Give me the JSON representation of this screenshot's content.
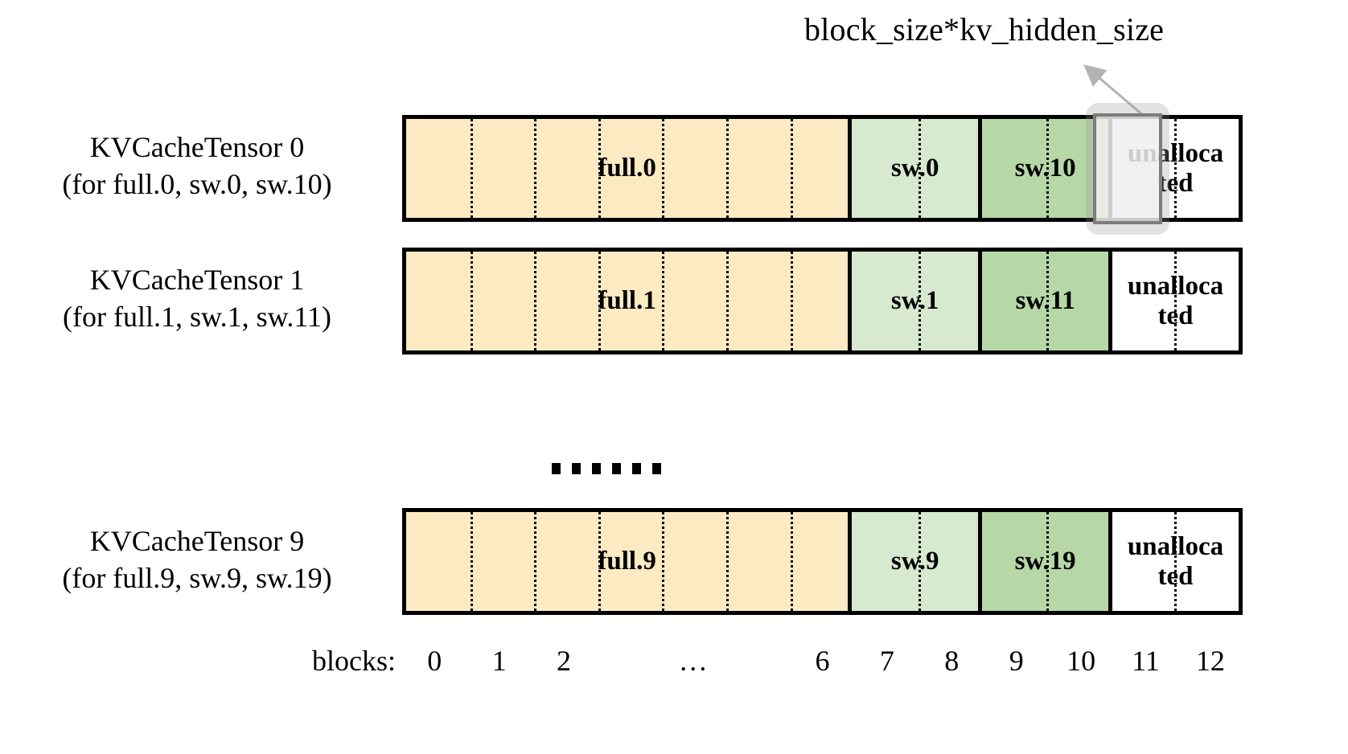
{
  "annotation": {
    "text": "block_size*kv_hidden_size",
    "arrow_icon": "arrow-up-right-icon",
    "arrow_color": "#b0b0b0"
  },
  "highlight": {
    "name": "block-highlight-box",
    "target_block": "11",
    "border_color": "#7d7d7d",
    "fill_color": "#f0f0f0"
  },
  "colors": {
    "full": "#fceac3",
    "sw_low": "#d7e9ce",
    "sw_high": "#b6d8a6",
    "unallocated": "#ffffff",
    "outline": "#000000"
  },
  "rows": [
    {
      "label_line1": "KVCacheTensor 0",
      "label_line2": "(for full.0, sw.0, sw.10)",
      "segments": [
        {
          "label": "full.0",
          "kind": "full",
          "blocks": 7
        },
        {
          "label": "sw.0",
          "kind": "sw_low",
          "blocks": 2
        },
        {
          "label": "sw.10",
          "kind": "sw_high",
          "blocks": 2
        },
        {
          "label": "unalloca ted",
          "kind": "unallocated",
          "blocks": 2
        }
      ]
    },
    {
      "label_line1": "KVCacheTensor 1",
      "label_line2": "(for full.1, sw.1, sw.11)",
      "segments": [
        {
          "label": "full.1",
          "kind": "full",
          "blocks": 7
        },
        {
          "label": "sw.1",
          "kind": "sw_low",
          "blocks": 2
        },
        {
          "label": "sw.11",
          "kind": "sw_high",
          "blocks": 2
        },
        {
          "label": "unalloca ted",
          "kind": "unallocated",
          "blocks": 2
        }
      ]
    },
    {
      "label_line1": "KVCacheTensor 9",
      "label_line2": "(for full.9, sw.9, sw.19)",
      "segments": [
        {
          "label": "full.9",
          "kind": "full",
          "blocks": 7
        },
        {
          "label": "sw.9",
          "kind": "sw_low",
          "blocks": 2
        },
        {
          "label": "sw.19",
          "kind": "sw_high",
          "blocks": 2
        },
        {
          "label": "unalloca ted",
          "kind": "unallocated",
          "blocks": 2
        }
      ]
    }
  ],
  "ellipsis": {
    "dot_count": 6,
    "name": "vertical-continuation-ellipsis"
  },
  "axis": {
    "caption": "blocks:",
    "ticks": [
      "0",
      "1",
      "2",
      "…",
      "6",
      "7",
      "8",
      "9",
      "10",
      "11",
      "12"
    ],
    "tick_slots": 13
  }
}
